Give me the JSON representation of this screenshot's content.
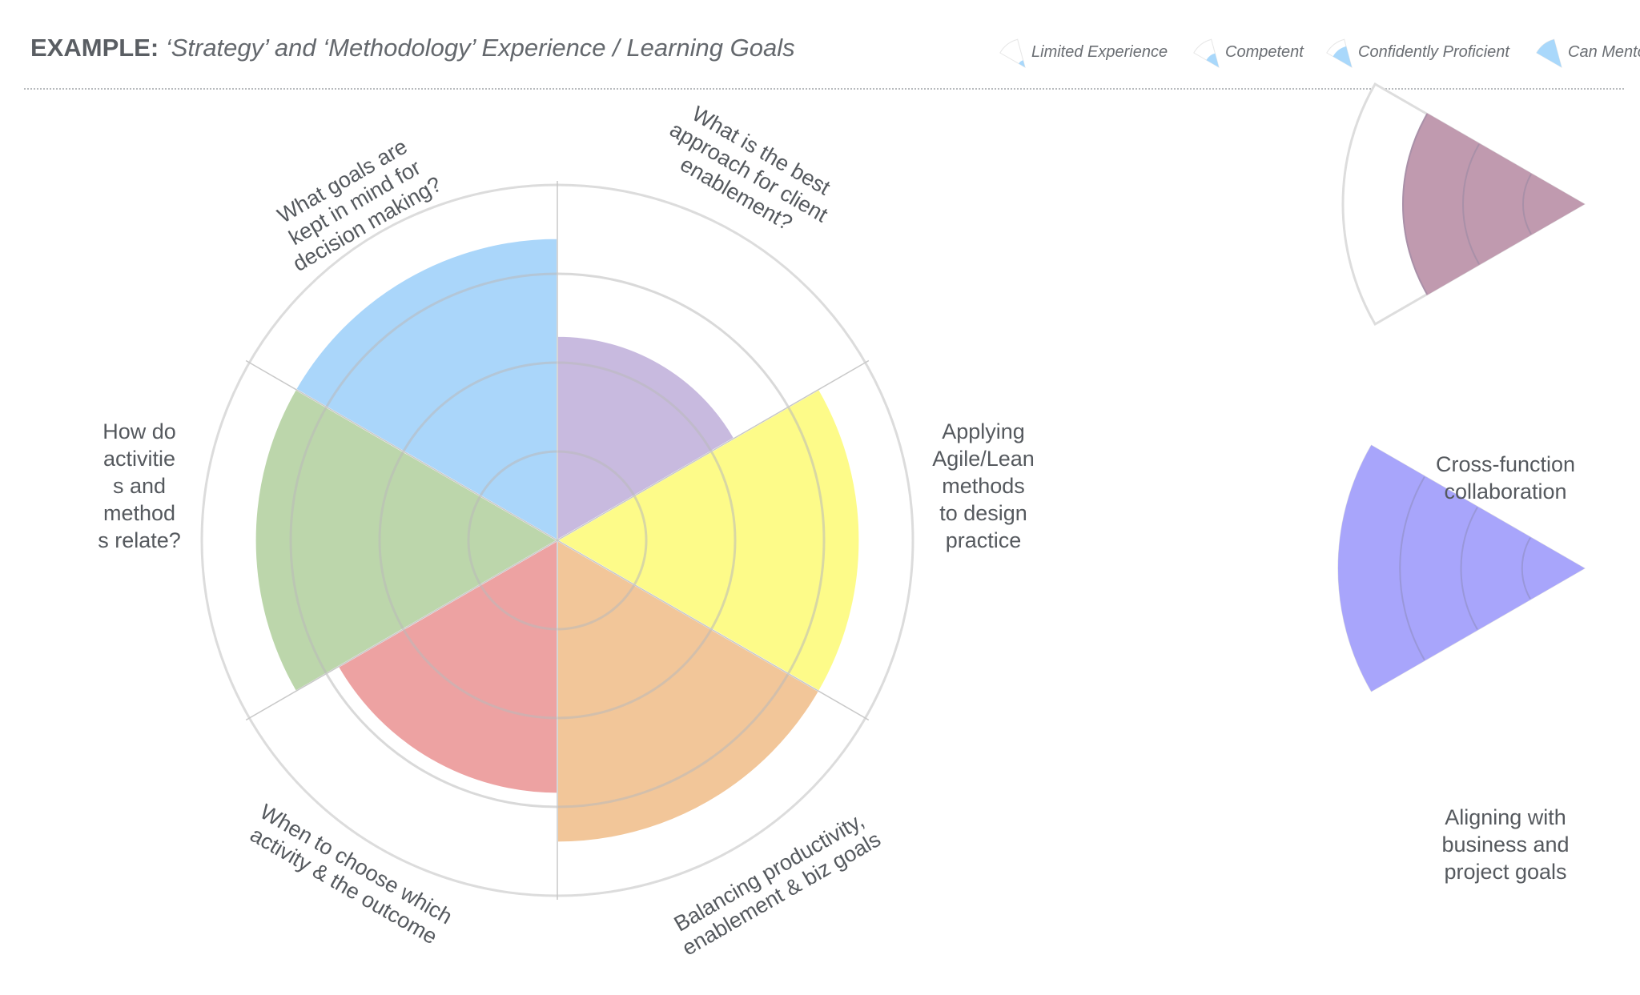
{
  "title": {
    "lead": "EXAMPLE:",
    "rest": "‘Strategy’ and ‘Methodology’ Experience / Learning Goals"
  },
  "legend": [
    {
      "label": "Limited Experience",
      "level": 1,
      "color": "#a9d8fb"
    },
    {
      "label": "Competent",
      "level": 2,
      "color": "#a9d8fb"
    },
    {
      "label": "Confidently Proficient",
      "level": 3,
      "color": "#a9d8fb"
    },
    {
      "label": "Can Mentor",
      "level": 4,
      "color": "#a9d8fb"
    }
  ],
  "wheel": {
    "max_level": 4,
    "segments": [
      {
        "id": "client-enablement",
        "label_lines": [
          "What is the best",
          "approach for client",
          "enablement?"
        ],
        "level": 2.3,
        "color": "#c3b4dc"
      },
      {
        "id": "agile-lean",
        "label_lines": [
          "Applying",
          "Agile/Lean",
          "methods",
          "to design",
          "practice"
        ],
        "level": 3.4,
        "color": "#fdfb7f"
      },
      {
        "id": "productivity-goals",
        "label_lines": [
          "Balancing productivity,",
          "enablement & biz goals"
        ],
        "level": 3.4,
        "color": "#f1c190"
      },
      {
        "id": "choose-activity",
        "label_lines": [
          "When to choose which",
          "activity & the outcome"
        ],
        "level": 2.85,
        "color": "#eb9a9a"
      },
      {
        "id": "activities-methods",
        "label_lines": [
          "How do",
          "activitie",
          "s and",
          "method",
          "s relate?"
        ],
        "level": 3.4,
        "color": "#b6d3a4"
      },
      {
        "id": "decision-goals",
        "label_lines": [
          "What goals are",
          "kept in mind for",
          "decision making?"
        ],
        "level": 3.4,
        "color": "#a3d3fa"
      }
    ]
  },
  "side_segments": [
    {
      "id": "cross-function",
      "label_lines": [
        "Cross-function",
        "collaboration"
      ],
      "level": 3.0,
      "color": "#c09aaf"
    },
    {
      "id": "business-goals",
      "label_lines": [
        "Aligning with",
        "business and",
        "project goals"
      ],
      "level": 4.0,
      "color": "#a8a5fb"
    }
  ]
}
